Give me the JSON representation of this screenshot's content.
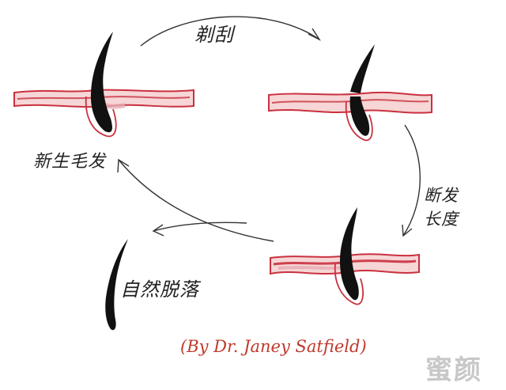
{
  "labels": {
    "shaving": "剃刮",
    "new_hair": "新生毛发",
    "broken_hair": "断发长度",
    "shedding": "自然脱落"
  },
  "credit": "(By Dr. Janey Satfield)",
  "watermark": "蜜颜",
  "colors": {
    "skin_fill": "#f6d6d6",
    "skin_line": "#c9313f",
    "hair": "#111111",
    "arrow": "#333333",
    "credit": "#c0392b"
  }
}
